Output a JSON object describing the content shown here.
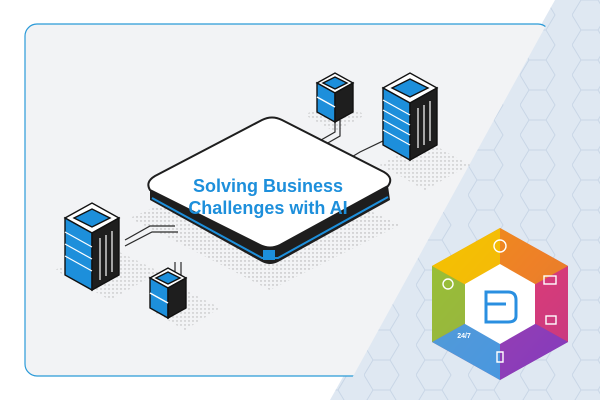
{
  "hero": {
    "title_line1": "Solving Business",
    "title_line2": "Challenges with AI"
  },
  "badge": {
    "availability_label": "24/7"
  },
  "colors": {
    "accent_blue": "#1d8fdb",
    "panel_fill": "#f2f3f5",
    "diagonal_bg": "#dfe8f2",
    "server_dark": "#111111"
  }
}
